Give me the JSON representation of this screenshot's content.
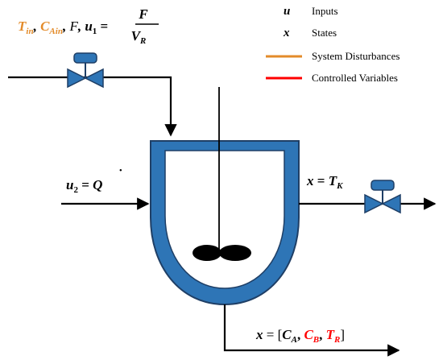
{
  "colors": {
    "vessel_blue": "#2e75b6",
    "vessel_edge": "#1f3f66",
    "disturbance_orange": "#e38b2a",
    "controlled_red": "#ff0000",
    "line_black": "#000000"
  },
  "icons": [
    "control-valve-icon",
    "control-valve-icon",
    "stirrer-impeller-icon",
    "flow-arrow-icon"
  ],
  "legend": {
    "inputs_symbol": "u",
    "inputs_label": "Inputs",
    "states_symbol": "x",
    "states_label": "States",
    "disturbances_label": "System Disturbances",
    "controlled_label": "Controlled Variables"
  },
  "inlet_label": {
    "t_in": "T",
    "t_in_sub": "in",
    "c_ain": "C",
    "c_ain_sub": "Ain",
    "sep1": ", ",
    "sep2": ", ",
    "f": "F",
    "sep3": ", ",
    "u1": "u",
    "u1_sub": "1",
    "equals": " = ",
    "frac_num": "F",
    "frac_den": "V",
    "frac_den_sub": "R"
  },
  "heat_label": {
    "u2": "u",
    "u2_sub": "2",
    "equals": " = ",
    "q": "Q",
    "q_dot": "˙"
  },
  "coolant_label": {
    "x": "x",
    "equals": " = ",
    "t_k": "T",
    "t_k_sub": "K"
  },
  "outlet_label": {
    "x": "x",
    "equals": " = [",
    "c_a": "C",
    "c_a_sub": "A",
    "sep1": ", ",
    "c_b": "C",
    "c_b_sub": "B",
    "sep2": ", ",
    "t_r": "T",
    "t_r_sub": "R",
    "close": "]"
  }
}
